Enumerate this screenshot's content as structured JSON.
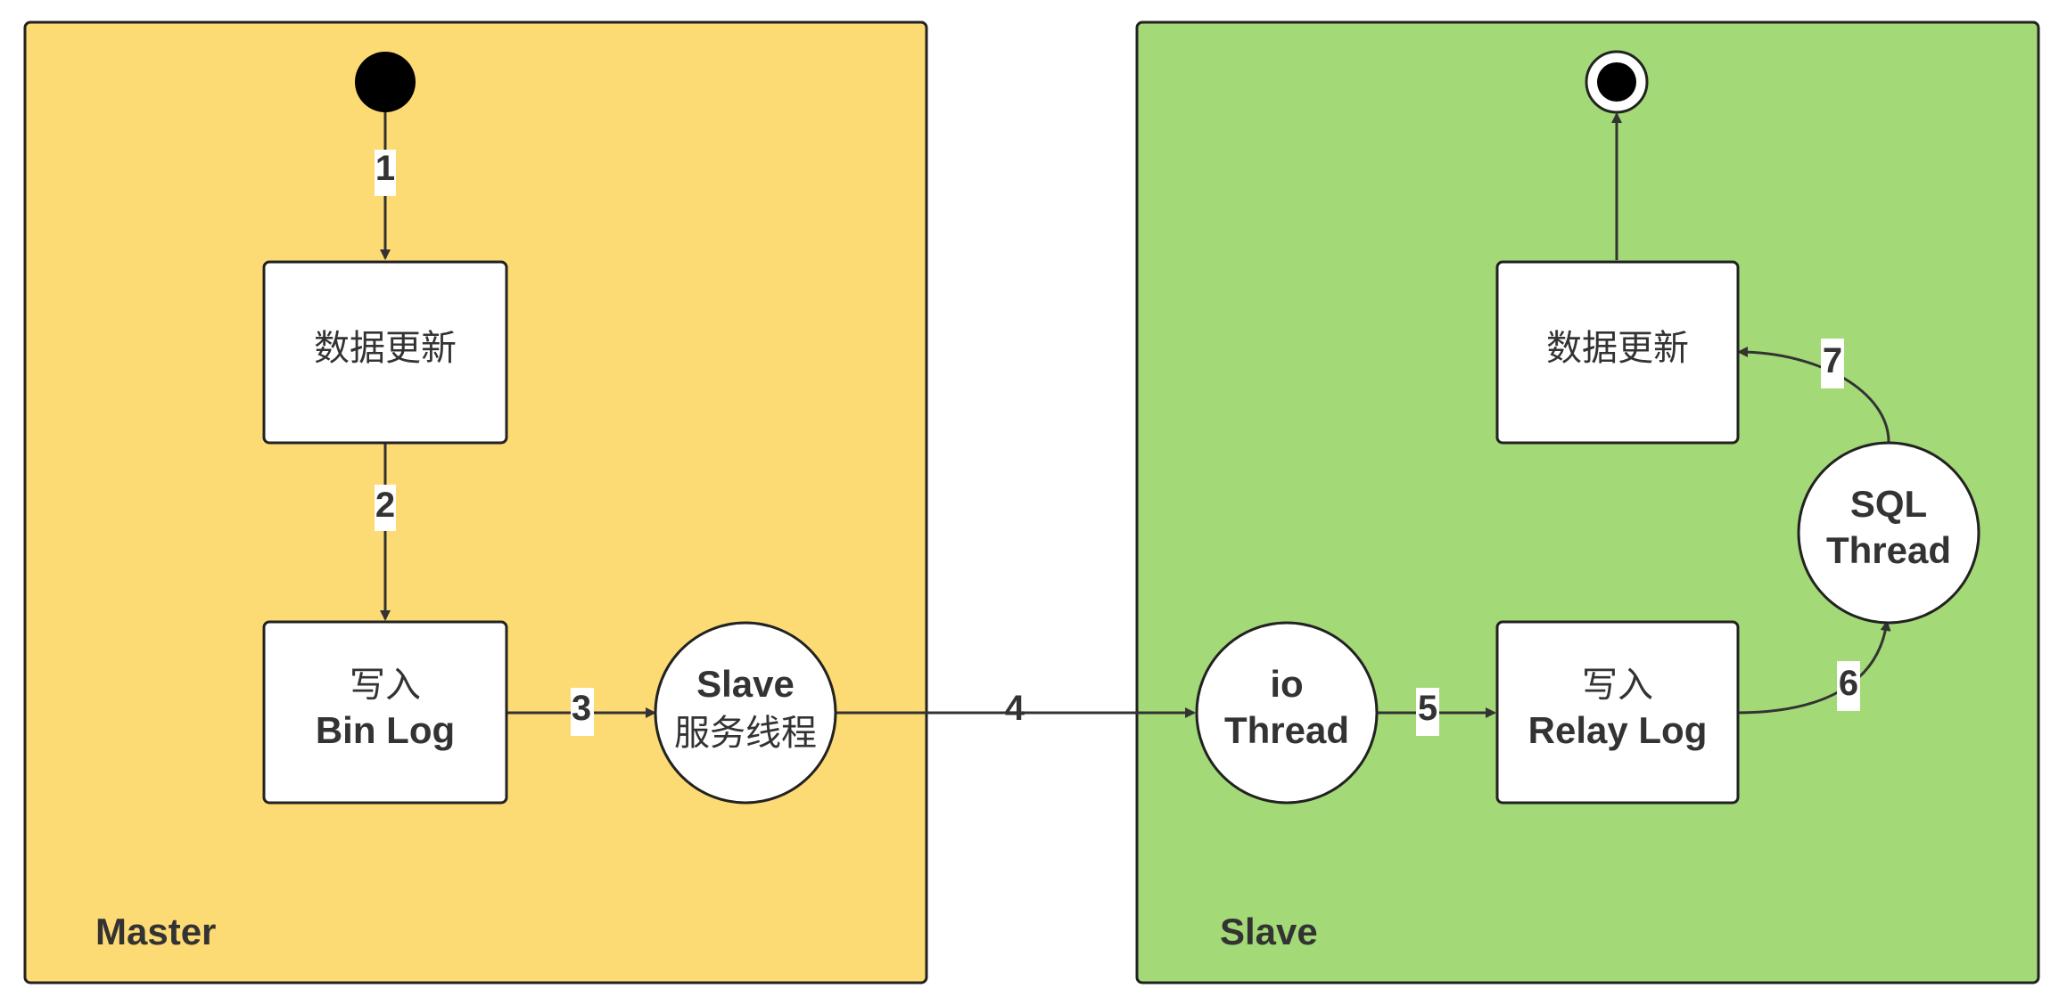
{
  "panels": {
    "master": {
      "title": "Master",
      "color": "#FDDB74"
    },
    "slave": {
      "title": "Slave",
      "color": "#A3D977"
    }
  },
  "nodes": {
    "master_update": {
      "line1": "数据更新"
    },
    "master_binlog": {
      "line1": "写入",
      "line2": "Bin Log"
    },
    "slave_service": {
      "line1": "Slave",
      "line2": "服务线程"
    },
    "io_thread": {
      "line1": "io",
      "line2": "Thread"
    },
    "relay_log": {
      "line1": "写入",
      "line2": "Relay Log"
    },
    "sql_thread": {
      "line1": "SQL",
      "line2": "Thread"
    },
    "slave_update": {
      "line1": "数据更新"
    }
  },
  "steps": [
    "1",
    "2",
    "3",
    "4",
    "5",
    "6",
    "7"
  ],
  "colors": {
    "stroke": "#333333",
    "line": "#222222"
  }
}
